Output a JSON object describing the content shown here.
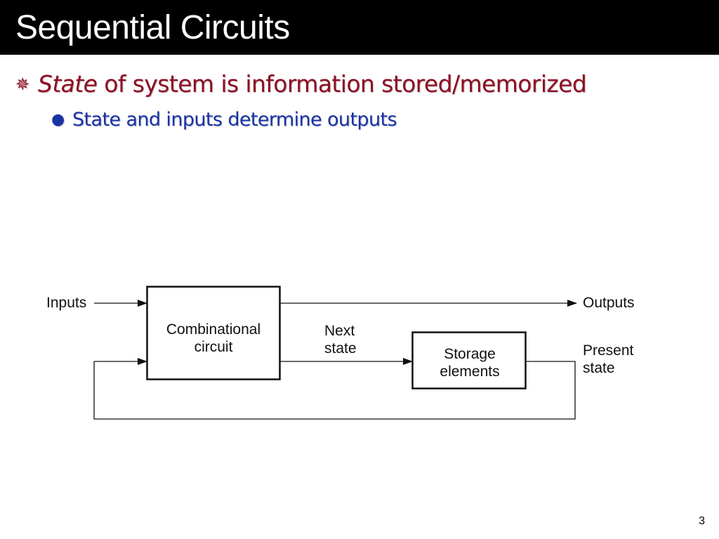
{
  "slide": {
    "title": "Sequential Circuits",
    "page_number": "3",
    "bullets": [
      {
        "marker": "✵",
        "emphasis": "State",
        "text": " of system is information stored/memorized",
        "color": "#8c0f22"
      }
    ],
    "subbullets": [
      {
        "marker": "●",
        "text": "State and inputs determine outputs",
        "color": "#1a33a3"
      }
    ]
  },
  "diagram": {
    "labels": {
      "inputs": "Inputs",
      "outputs": "Outputs",
      "next_state": [
        "Next",
        "state"
      ],
      "present_state": [
        "Present",
        "state"
      ]
    },
    "blocks": {
      "combinational": [
        "Combinational",
        "circuit"
      ],
      "storage": [
        "Storage",
        "elements"
      ]
    }
  }
}
